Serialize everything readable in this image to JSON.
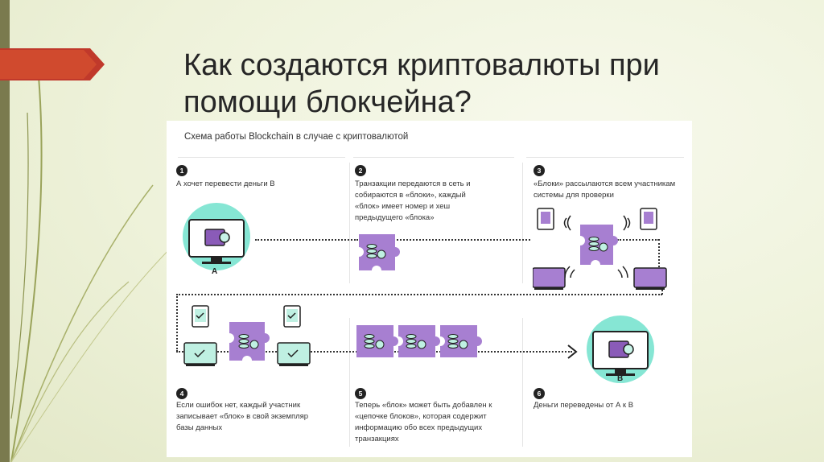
{
  "slide": {
    "title_line1": "Как создаются криптовалюты при",
    "title_line2": "помощи блокчейна?"
  },
  "diagram": {
    "heading": "Схема работы Blockchain в случае с криптовалютой",
    "steps": [
      {
        "num": "1",
        "text": "А хочет перевести деньги В"
      },
      {
        "num": "2",
        "text": "Транзакции передаются в сеть и собираются в «блоки», каждый «блок» имеет номер и хеш предыдущего «блока»"
      },
      {
        "num": "3",
        "text": "«Блоки» рассылаются всем участникам системы для проверки"
      },
      {
        "num": "4",
        "text": "Если ошибок нет, каждый участник записывает «блок» в свой экземпляр базы данных"
      },
      {
        "num": "5",
        "text": "Теперь «блок» может быть добавлен к «цепочке блоков», которая содержит информацию обо всех предыдущих транзакциях"
      },
      {
        "num": "6",
        "text": "Деньги переведены от А к В"
      }
    ],
    "label_a": "A",
    "label_b": "B"
  },
  "colors": {
    "accent_red": "#c0392b",
    "purple": "#a77fd1",
    "teal": "#86e6d4",
    "mint": "#bff0e2"
  },
  "icons": [
    "wallet-icon",
    "puzzle-block-icon",
    "coin-stack-icon",
    "monitor-icon",
    "tablet-icon",
    "checkmark-icon",
    "signal-wave-icon",
    "arrow-right-icon"
  ]
}
